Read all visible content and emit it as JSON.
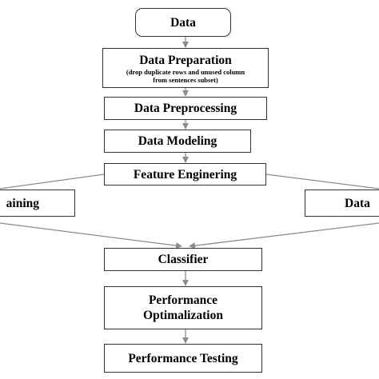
{
  "diagram": {
    "nodes": {
      "data": {
        "label": "Data"
      },
      "data_preparation": {
        "label": "Data Preparation",
        "sublabel_1": "(drop duplicate rows and unused column",
        "sublabel_2": "from sentences subset)"
      },
      "data_preprocessing": {
        "label": "Data Preprocessing"
      },
      "data_modeling": {
        "label": "Data Modeling"
      },
      "feature_engineering": {
        "label": "Feature Enginering"
      },
      "training_branch": {
        "label": "aining"
      },
      "data_branch": {
        "label": "Data"
      },
      "classifier": {
        "label": "Classifier"
      },
      "performance_optimalization": {
        "label_1": "Performance",
        "label_2": "Optimalization"
      },
      "performance_testing": {
        "label": "Performance Testing"
      }
    },
    "colors": {
      "edge": "#8c8c8c",
      "border": "#333333"
    }
  }
}
